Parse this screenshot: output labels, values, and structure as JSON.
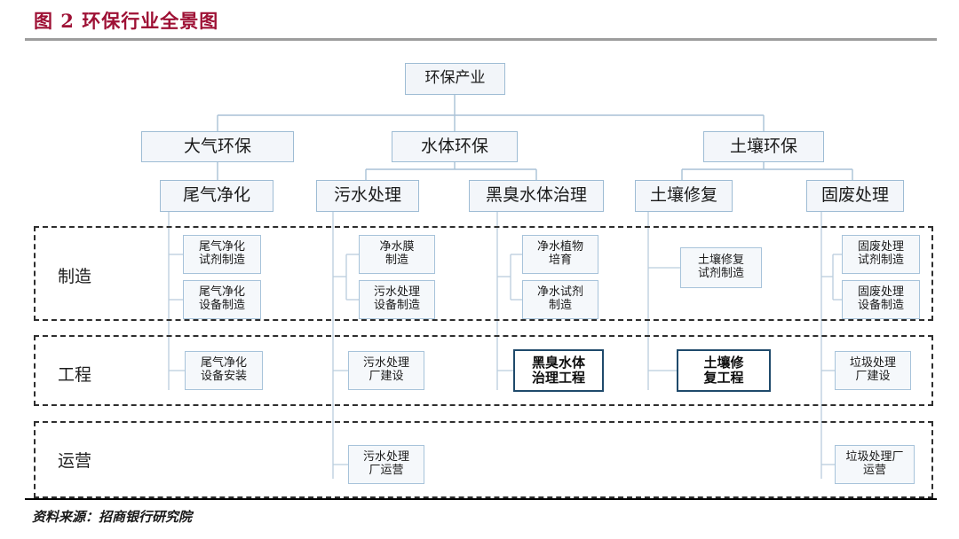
{
  "header": {
    "figure_title": "图 2  环保行业全景图"
  },
  "footer": {
    "source": "资料来源：招商银行研究院"
  },
  "colors": {
    "title": "#9e1135",
    "node_border": "#9ebcd4",
    "node_fill": "#f4f7fa",
    "connector": "#a9c1d6",
    "band_border": "#2e2e2e",
    "highlight_border": "#1f4a6b"
  },
  "bands": [
    {
      "id": "manufacturing",
      "label": "制造"
    },
    {
      "id": "engineering",
      "label": "工程"
    },
    {
      "id": "operation",
      "label": "运营"
    }
  ],
  "root": {
    "label": "环保产业"
  },
  "level2": [
    {
      "id": "air",
      "label": "大气环保"
    },
    {
      "id": "water",
      "label": "水体环保"
    },
    {
      "id": "soil",
      "label": "土壤环保"
    }
  ],
  "level3": [
    {
      "id": "exhaust",
      "label": "尾气净化",
      "parent": "air"
    },
    {
      "id": "sewage",
      "label": "污水处理",
      "parent": "water"
    },
    {
      "id": "blackwater",
      "label": "黑臭水体治理",
      "parent": "water"
    },
    {
      "id": "soilrepair",
      "label": "土壤修复",
      "parent": "soil"
    },
    {
      "id": "solidwaste",
      "label": "固废处理",
      "parent": "soil"
    }
  ],
  "leaves": {
    "manufacturing": [
      {
        "id": "m1",
        "parent": "exhaust",
        "line1": "尾气净化",
        "line2": "试剂制造"
      },
      {
        "id": "m2",
        "parent": "exhaust",
        "line1": "尾气净化",
        "line2": "设备制造"
      },
      {
        "id": "m3",
        "parent": "sewage",
        "line1": "净水膜",
        "line2": "制造"
      },
      {
        "id": "m4",
        "parent": "sewage",
        "line1": "污水处理",
        "line2": "设备制造"
      },
      {
        "id": "m5",
        "parent": "blackwater",
        "line1": "净水植物",
        "line2": "培育"
      },
      {
        "id": "m6",
        "parent": "blackwater",
        "line1": "净水试剂",
        "line2": "制造"
      },
      {
        "id": "m7",
        "parent": "soilrepair",
        "line1": "土壤修复",
        "line2": "试剂制造"
      },
      {
        "id": "m8",
        "parent": "solidwaste",
        "line1": "固废处理",
        "line2": "试剂制造"
      },
      {
        "id": "m9",
        "parent": "solidwaste",
        "line1": "固废处理",
        "line2": "设备制造"
      }
    ],
    "engineering": [
      {
        "id": "e1",
        "parent": "exhaust",
        "line1": "尾气净化",
        "line2": "设备安装",
        "highlight": false
      },
      {
        "id": "e2",
        "parent": "sewage",
        "line1": "污水处理",
        "line2": "厂建设",
        "highlight": false
      },
      {
        "id": "e3",
        "parent": "blackwater",
        "line1": "黑臭水体",
        "line2": "治理工程",
        "highlight": true
      },
      {
        "id": "e4",
        "parent": "soilrepair",
        "line1": "土壤修",
        "line2": "复工程",
        "highlight": true
      },
      {
        "id": "e5",
        "parent": "solidwaste",
        "line1": "垃圾处理",
        "line2": "厂建设",
        "highlight": false
      }
    ],
    "operation": [
      {
        "id": "o1",
        "parent": "sewage",
        "line1": "污水处理",
        "line2": "厂运营"
      },
      {
        "id": "o2",
        "parent": "solidwaste",
        "line1": "垃圾处理厂",
        "line2": "运营"
      }
    ]
  }
}
